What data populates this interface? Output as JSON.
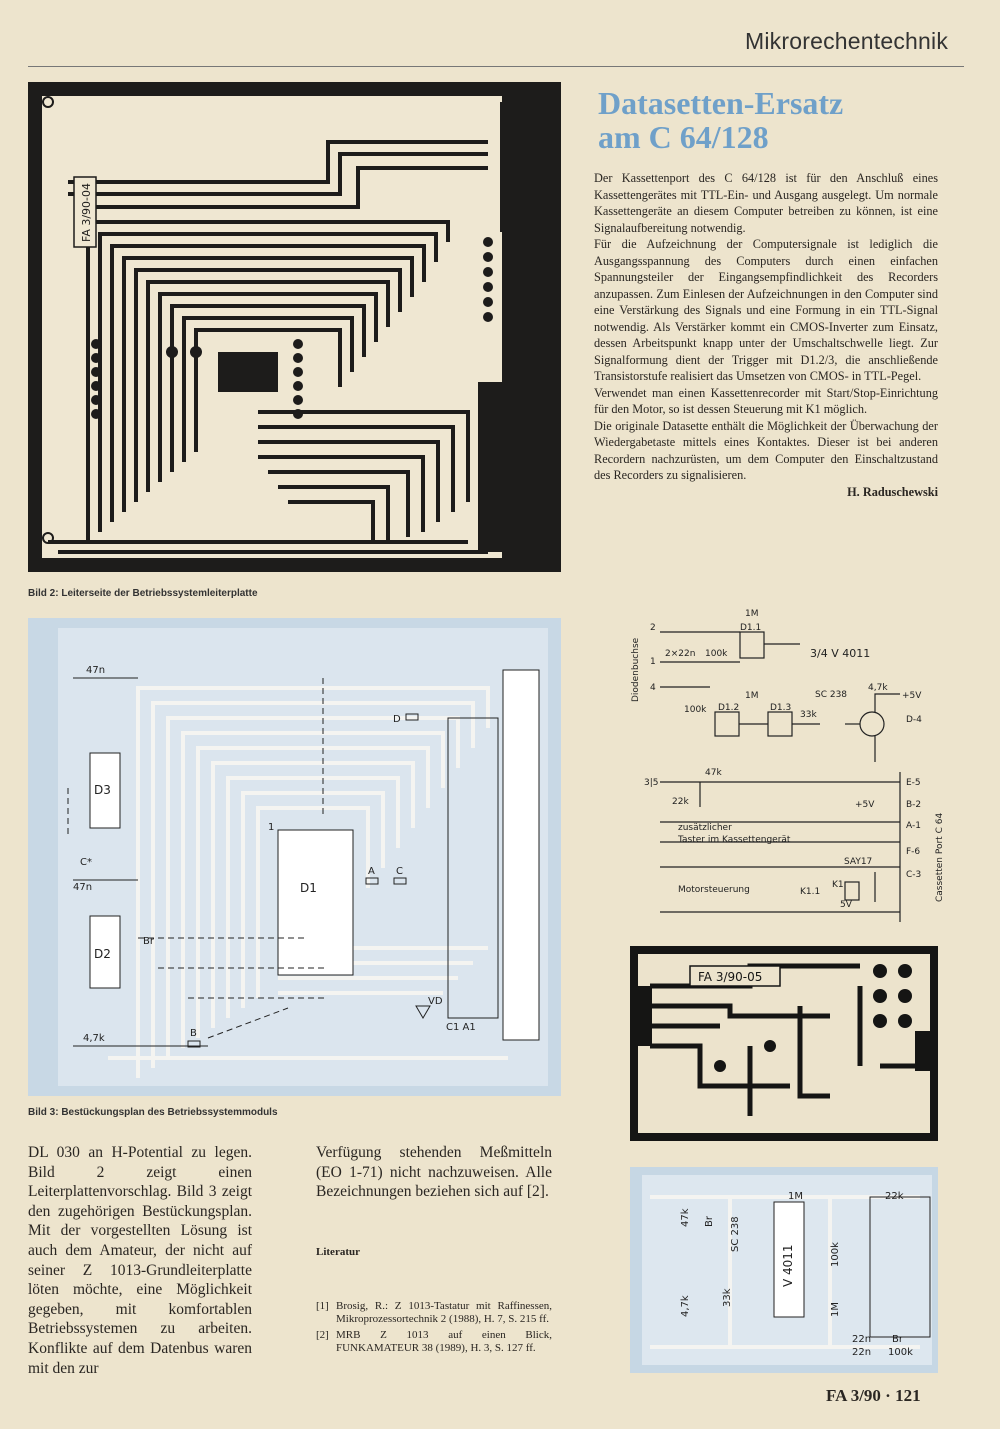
{
  "header": {
    "section": "Mikrorechentechnik"
  },
  "article": {
    "title_line1": "Datasetten-Ersatz",
    "title_line2": "am C 64/128",
    "paragraphs": [
      "Der Kassettenport des C 64/128 ist für den Anschluß eines Kassettengerätes mit TTL-Ein- und Ausgang ausgelegt. Um normale Kassettengeräte an diesem Computer betreiben zu können, ist eine Signalaufbereitung notwendig.",
      "Für die Aufzeichnung der Computersignale ist lediglich die Ausgangsspannung des Computers durch einen einfachen Spannungsteiler der Eingangsempfindlichkeit des Recorders anzupassen. Zum Einlesen der Aufzeichnungen in den Computer sind eine Verstärkung des Signals und eine Formung in ein TTL-Signal notwendig. Als Verstärker kommt ein CMOS-Inverter zum Einsatz, dessen Arbeitspunkt knapp unter der Umschaltschwelle liegt. Zur Signalformung dient der Trigger mit D1.2/3, die anschließende Transistorstufe realisiert das Umsetzen von CMOS- in TTL-Pegel.",
      "Verwendet man einen Kassettenrecorder mit Start/Stop-Einrichtung für den Motor, so ist dessen Steuerung mit K1 möglich.",
      "Die originale Datasette enthält die Möglichkeit der Überwachung der Wiedergabetaste mittels eines Kontaktes. Dieser ist bei anderen Recordern nachzurüsten, um dem Computer den Einschaltzustand des Recorders zu signalisieren."
    ],
    "author": "H. Raduschewski"
  },
  "captions": {
    "bild2": "Bild 2: Leiterseite der Betriebssystemleiterplatte",
    "bild3": "Bild 3: Bestückungsplan des Betriebssystemmoduls"
  },
  "left_column": "DL 030 an H-Potential zu legen. Bild 2 zeigt einen Leiterplattenvorschlag. Bild 3 zeigt den zugehörigen Bestückungsplan. Mit der vorgestellten Lösung ist auch dem Amateur, der nicht auf seiner Z 1013-Grundleiterplatte löten möchte, eine Möglichkeit gegeben, mit komfortablen Betriebssystemen zu arbeiten. Konflikte auf dem Datenbus waren mit den zur",
  "middle_column": "Verfügung stehenden Meßmitteln (EO 1-71) nicht nachzuweisen. Alle Bezeichnungen beziehen sich auf [2].",
  "literature": {
    "heading": "Literatur",
    "items": [
      {
        "num": "[1]",
        "text": "Brosig, R.: Z 1013-Tastatur mit Raffinessen, Mikroprozessortechnik 2 (1988), H. 7, S. 215 ff."
      },
      {
        "num": "[2]",
        "text": "MRB Z 1013 auf einen Blick, FUNKAMATEUR 38 (1989), H. 3, S. 127 ff."
      }
    ]
  },
  "pcb_labels": {
    "board1": "FA 3/90-04",
    "board2": "FA 3/90-05"
  },
  "placement_labels": {
    "r47n_top": "47n",
    "r47n_mid": "47n",
    "r47k": "4,7k",
    "cstar": "C*",
    "d3": "D3",
    "d2": "D2",
    "d1": "D1",
    "br": "Br",
    "d": "D",
    "a": "A",
    "c": "C",
    "b": "B",
    "vd": "VD",
    "c1a1": "C1  A1",
    "one": "1"
  },
  "schematic": {
    "diodenbuchse": "Diodenbuchse",
    "pins": [
      "2",
      "1",
      "4"
    ],
    "c2x22n": "2×22n",
    "r100k_a": "100k",
    "r1m_a": "1M",
    "d11": "D1.1",
    "v4011": "3/4 V 4011",
    "r1m_b": "1M",
    "d12": "D1.2",
    "d13": "D1.3",
    "r100k_b": "100k",
    "sc238": "SC 238",
    "r33k": "33k",
    "r47k": "4,7k",
    "plus5v": "+5V",
    "d4": "D-4",
    "p315": "3|5",
    "r47k_b": "47k",
    "r22k": "22k",
    "e5": "E-5",
    "b2": "B-2",
    "plus5v_b": "+5V",
    "a1": "A-1",
    "f6": "F-6",
    "c3": "C-3",
    "zusatz1": "zusätzlicher",
    "zusatz2": "Taster im Kassettengerät",
    "say17": "SAY17",
    "motor": "Motorsteuerung",
    "k11": "K1.1",
    "k1": "K1",
    "v5": "5V",
    "port": "Cassetten Port C 64"
  },
  "component_side_labels": {
    "r1m": "1M",
    "r22k": "22k",
    "r47k": "47k",
    "br": "Br",
    "sc238": "SC 238",
    "r33k": "33k",
    "v4011": "V 4011",
    "r100k": "100k",
    "r1m_b": "1M",
    "r47k_b": "4,7k",
    "c22n_a": "22n",
    "c22n_b": "22n",
    "br_b": "Br",
    "r100k_b": "100k"
  },
  "footer": "FA 3/90 · 121"
}
